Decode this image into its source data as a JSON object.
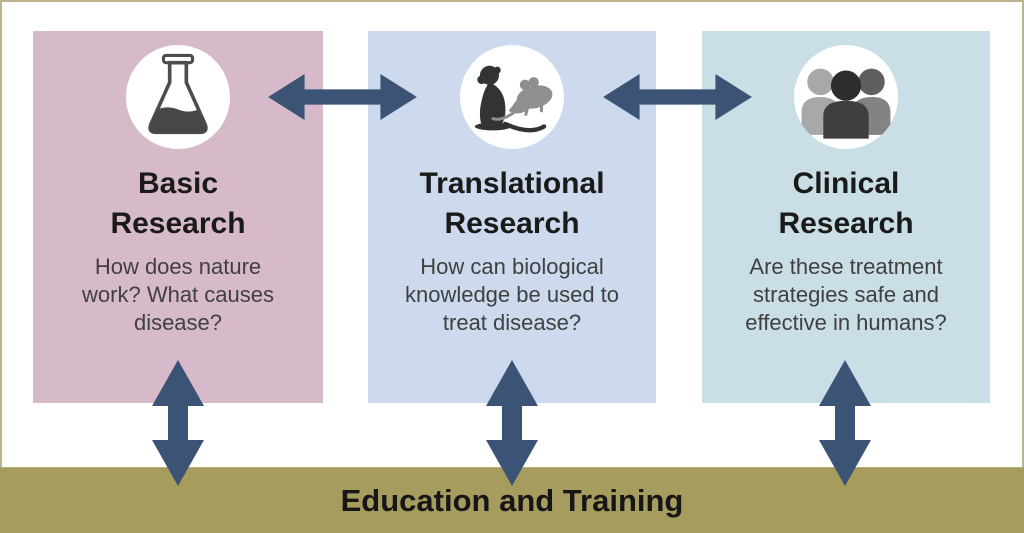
{
  "panels": [
    {
      "title": "Basic\nResearch",
      "description": "How does nature work? What causes disease?",
      "bg": "#d7bac9",
      "icon": "flask-icon"
    },
    {
      "title": "Translational\nResearch",
      "description": "How can biological knowledge be used to treat disease?",
      "bg": "#cdd9ed",
      "icon": "monkey-mouse-icon"
    },
    {
      "title": "Clinical\nResearch",
      "description": "Are these treatment strategies safe and effective in humans?",
      "bg": "#c9dfe5",
      "icon": "people-group-icon"
    }
  ],
  "band": {
    "label": "Education and Training",
    "bg": "#a69c5e"
  },
  "colors": {
    "arrow": "#3b5375",
    "frame_border": "#bdb48e",
    "title_text": "#1a1a1a",
    "description_text": "#404040"
  }
}
